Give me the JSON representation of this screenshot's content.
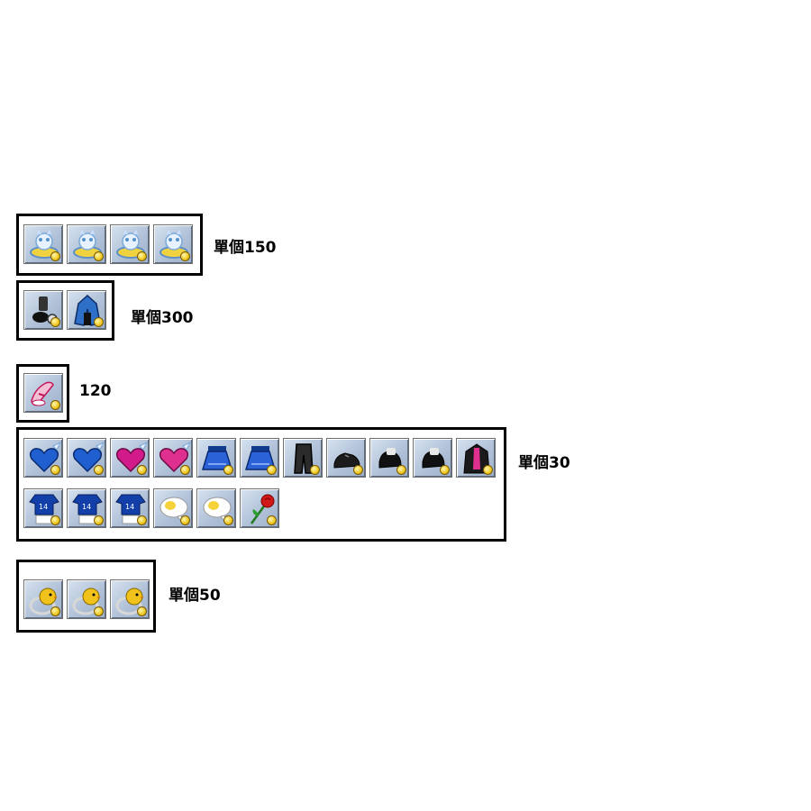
{
  "groups": [
    {
      "label": "單個150",
      "slots": [
        "pet-ring",
        "pet-ring",
        "pet-ring",
        "pet-ring"
      ]
    },
    {
      "label": "單個300",
      "slots": [
        "boots-with-ball",
        "blue-coat"
      ]
    },
    {
      "label": "120",
      "slots": [
        "pink-shoe"
      ]
    },
    {
      "label": "單個30",
      "slots": [
        "blue-winged-heart",
        "blue-winged-heart",
        "pink-winged-heart",
        "pink-winged-heart",
        "blue-skirt",
        "blue-skirt",
        "black-pants",
        "black-shoe",
        "black-shoe",
        "black-shoe",
        "pink-black-coat",
        "blue-jersey-14",
        "blue-jersey-14",
        "blue-jersey-14",
        "speech-bubble",
        "speech-bubble",
        "red-rose"
      ]
    },
    {
      "label": "單個50",
      "slots": [
        "golden-bird-ring",
        "golden-bird-ring",
        "golden-bird-ring"
      ]
    }
  ],
  "colors": {
    "slot_bg": "#aebfd6",
    "border": "#000000",
    "coin": "#f1cc2a"
  }
}
